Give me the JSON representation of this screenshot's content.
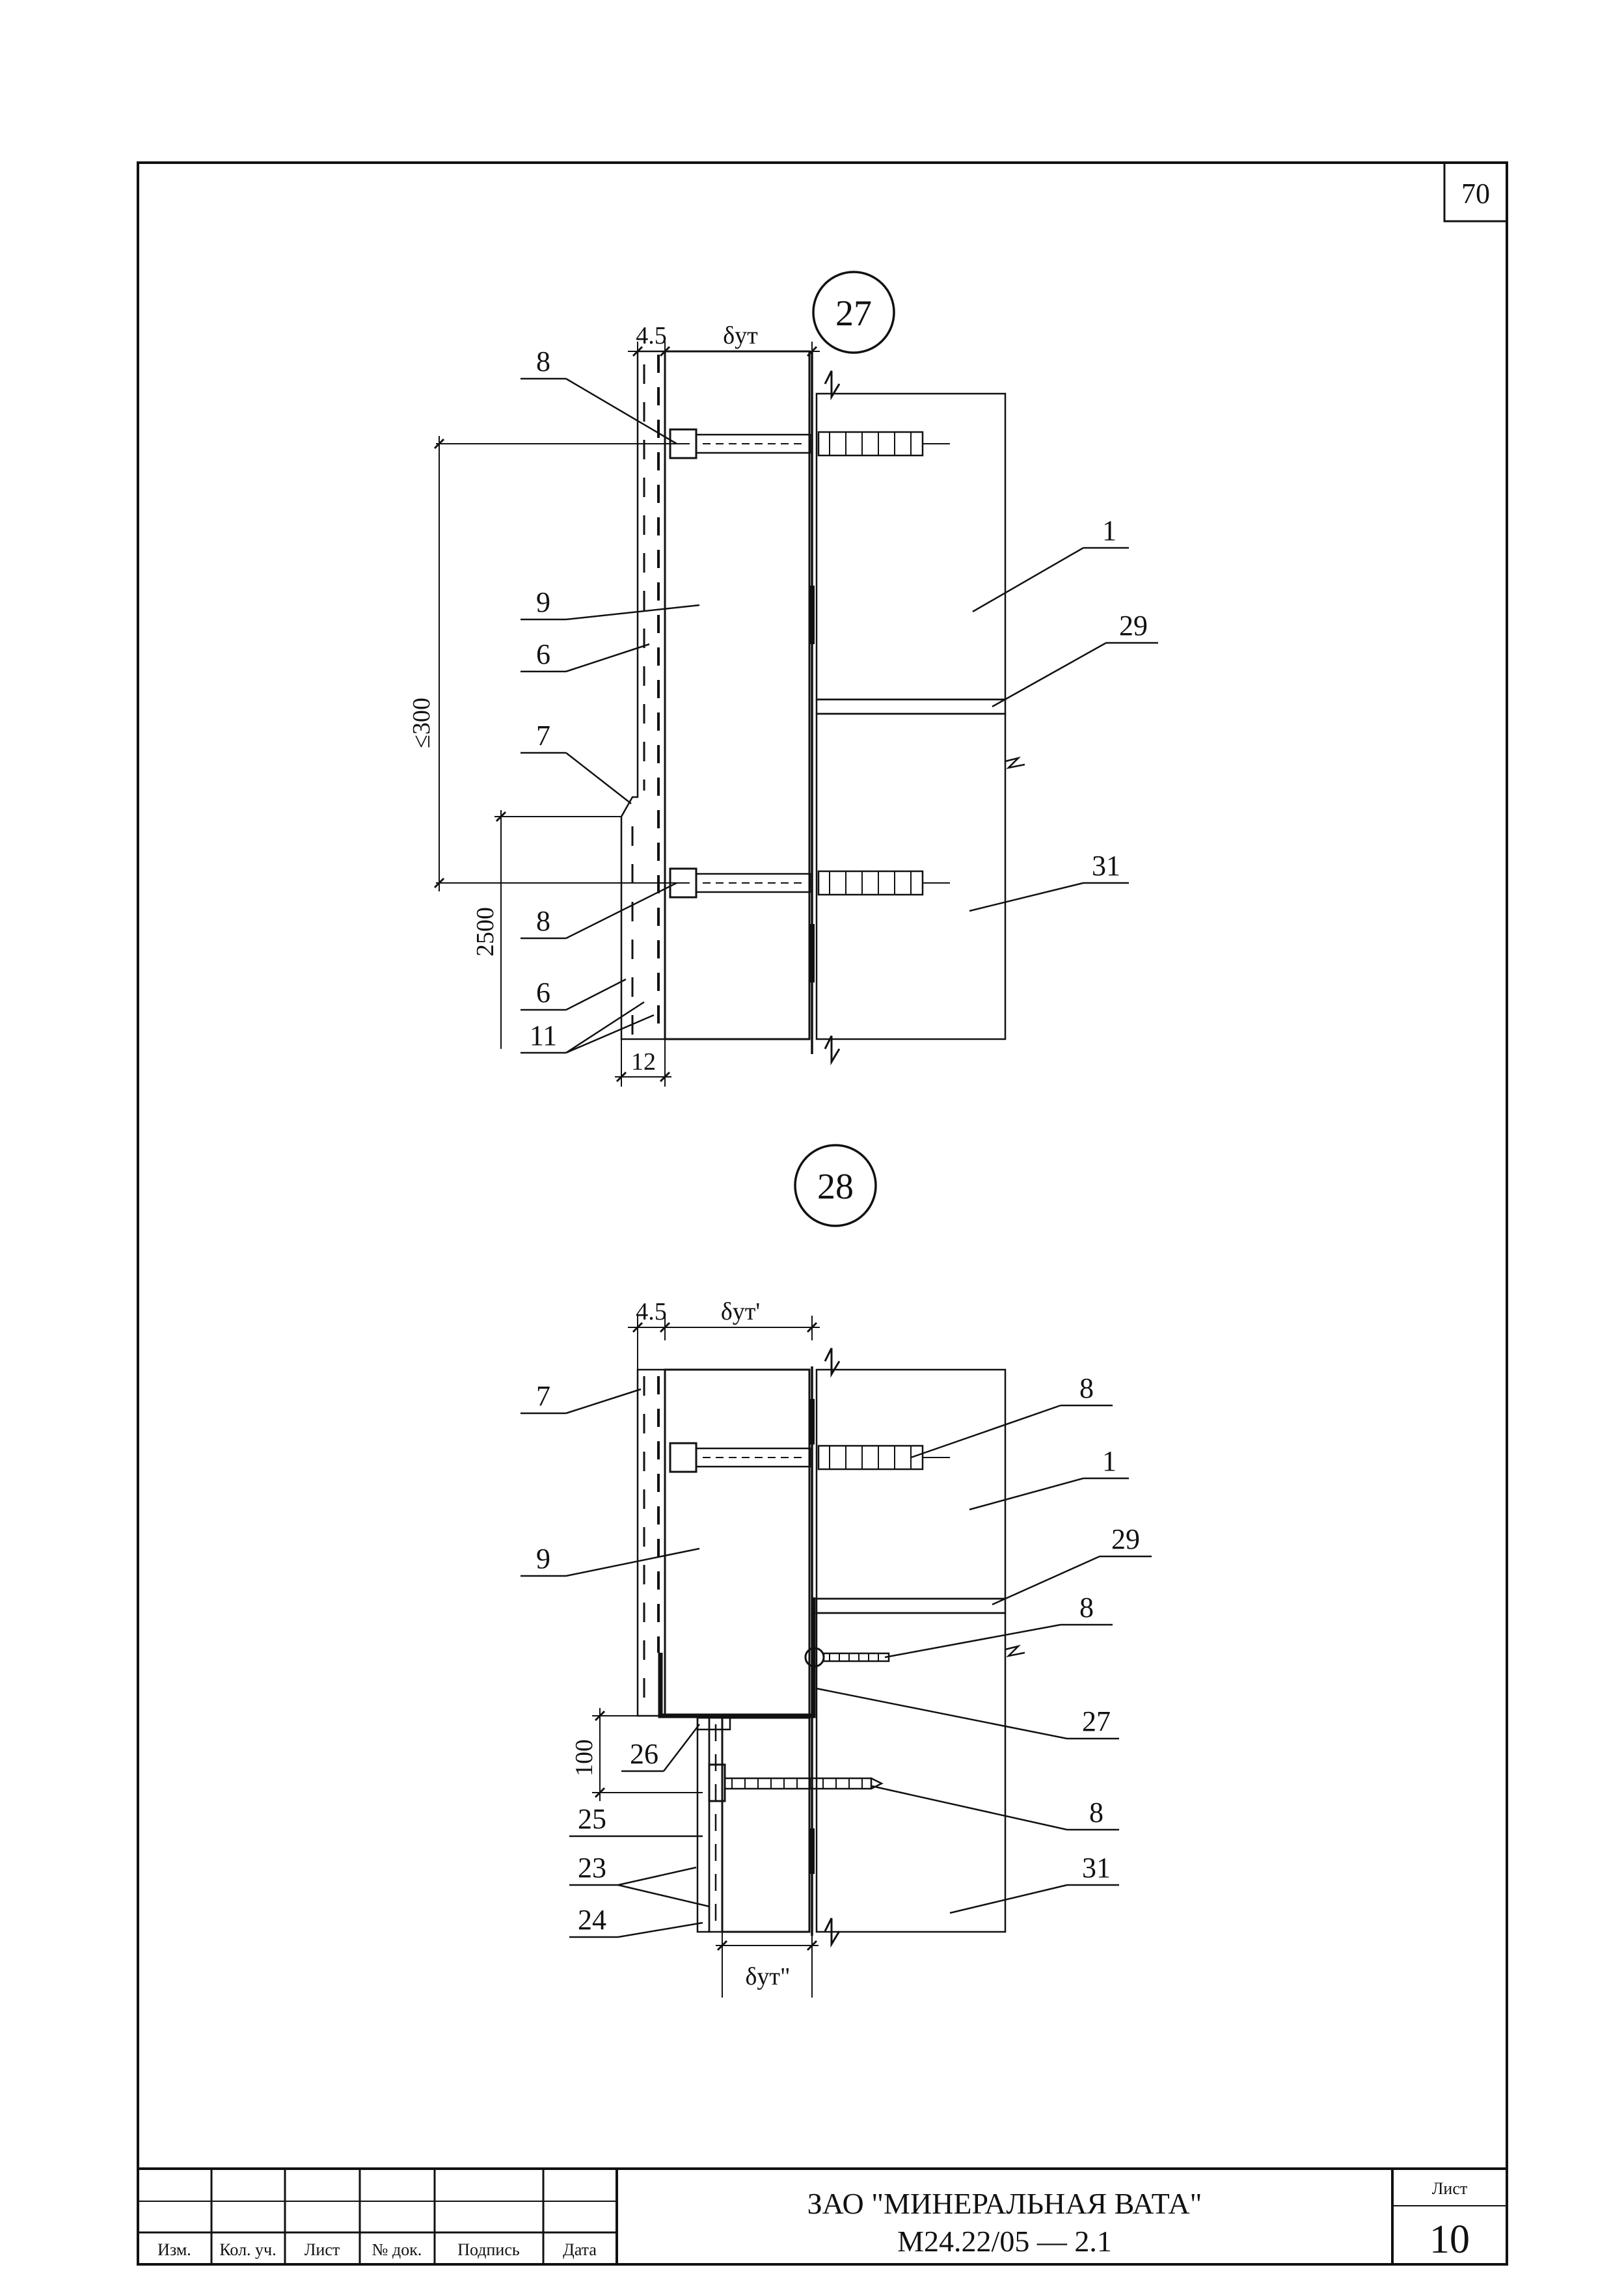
{
  "sheet": {
    "corner_number": "70"
  },
  "detail_27": {
    "marker": "27",
    "dims": {
      "top_small": "4.5",
      "top_thickness": "δут",
      "spacing": "≤300",
      "height": "2500",
      "bottom": "12"
    },
    "callouts": {
      "c8a": "8",
      "c9": "9",
      "c6a": "6",
      "c7": "7",
      "c8b": "8",
      "c6b": "6",
      "c11": "11",
      "c1": "1",
      "c29": "29",
      "c31": "31"
    }
  },
  "detail_28": {
    "marker": "28",
    "dims": {
      "top_small": "4.5",
      "top_thickness": "δут'",
      "gap": "100",
      "bottom_thickness": "δут\""
    },
    "callouts": {
      "c7": "7",
      "c9": "9",
      "c26": "26",
      "c25": "25",
      "c23": "23",
      "c24": "24",
      "c8a": "8",
      "c1": "1",
      "c29": "29",
      "c8b": "8",
      "c27": "27",
      "c8c": "8",
      "c31": "31"
    }
  },
  "title_block": {
    "columns": [
      "Изм.",
      "Кол. уч.",
      "Лист",
      "№ док.",
      "Подпись",
      "Дата"
    ],
    "company": "ЗАО \"МИНЕРАЛЬНАЯ ВАТА\"",
    "document": "М24.22/05  —  2.1",
    "sheet_label": "Лист",
    "sheet_number": "10"
  }
}
